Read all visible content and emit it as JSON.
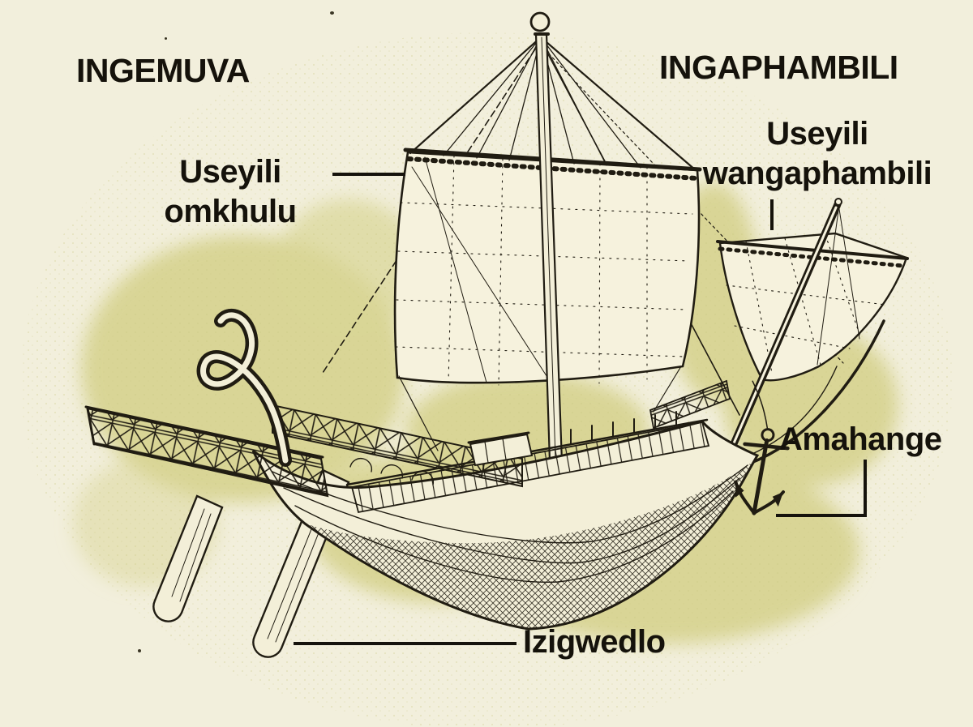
{
  "palette": {
    "background": "#f2efdc",
    "halo_olive": "#d9d596",
    "ink": "#201c12",
    "text": "#15120b"
  },
  "headings": {
    "left": "INGEMUVA",
    "right": "INGAPHAMBILI"
  },
  "labels": {
    "main_sail": {
      "line1": "Useyili",
      "line2": "omkhulu"
    },
    "fore_sail": {
      "line1": "Useyili",
      "line2": "wangaphambili"
    },
    "anchor": {
      "text": "Amahange"
    },
    "oars": {
      "text": "Izigwedlo"
    }
  },
  "illustration": {
    "subject": "ancient-merchant-sailing-ship-engraving",
    "parts": [
      "main-sail",
      "fore-sail",
      "main-mast",
      "yard",
      "hull",
      "bulwark",
      "stern-gallery",
      "swan-neck-ornament",
      "steering-oars",
      "anchor",
      "bow-mast"
    ]
  }
}
